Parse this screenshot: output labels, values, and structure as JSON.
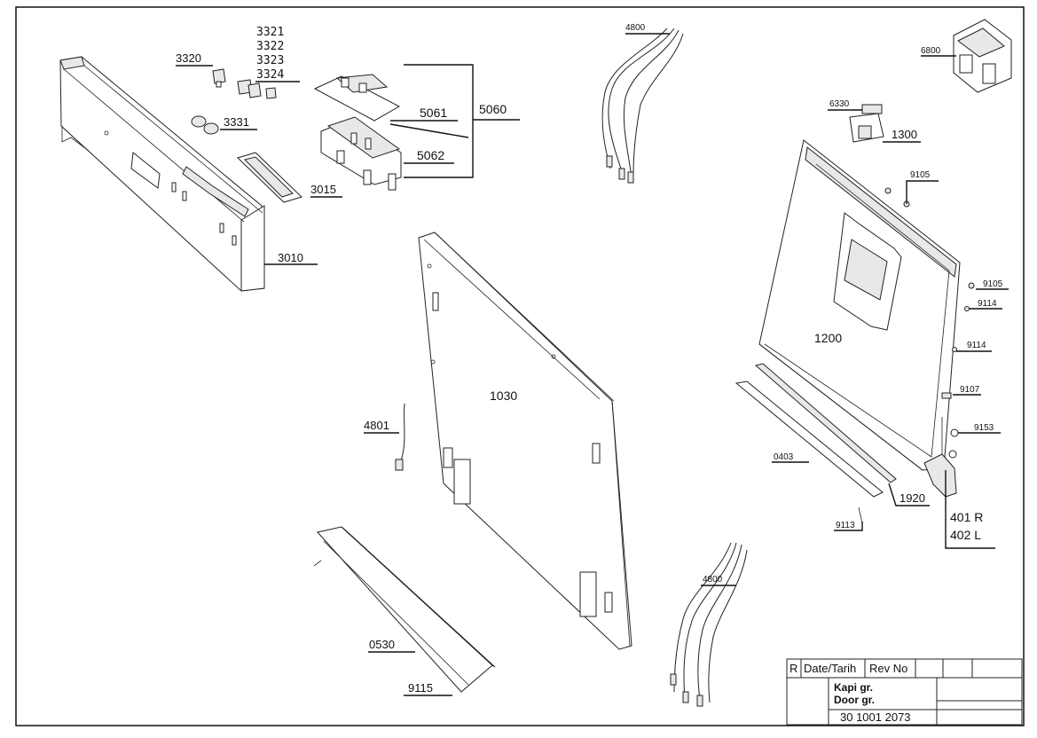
{
  "drawing": {
    "part_labels": {
      "p3320": "3320",
      "p3321": "3321",
      "p3322": "3322",
      "p3323": "3323",
      "p3324": "3324",
      "p3331": "3331",
      "p3015": "3015",
      "p3010": "3010",
      "p5060": "5060",
      "p5061": "5061",
      "p5062": "5062",
      "p4800a": "4800",
      "p4800b": "4800",
      "p4801": "4801",
      "p1030": "1030",
      "p0530": "0530",
      "p9115": "9115",
      "p6800": "6800",
      "p6330": "6330",
      "p1300": "1300",
      "p9105a": "9105",
      "p9105b": "9105",
      "p9114a": "9114",
      "p9114b": "9114",
      "p1200": "1200",
      "p9107": "9107",
      "p9153": "9153",
      "p0403": "0403",
      "p1920": "1920",
      "p9113": "9113",
      "p401": "401 R",
      "p402": "402 L"
    }
  },
  "title_block": {
    "r_header": "R",
    "date_header": "Date/Tarih",
    "rev_header": "Rev No",
    "group_tr": "Kapi gr.",
    "group_en": "Door gr.",
    "drawing_number": "30 1001 2073"
  }
}
